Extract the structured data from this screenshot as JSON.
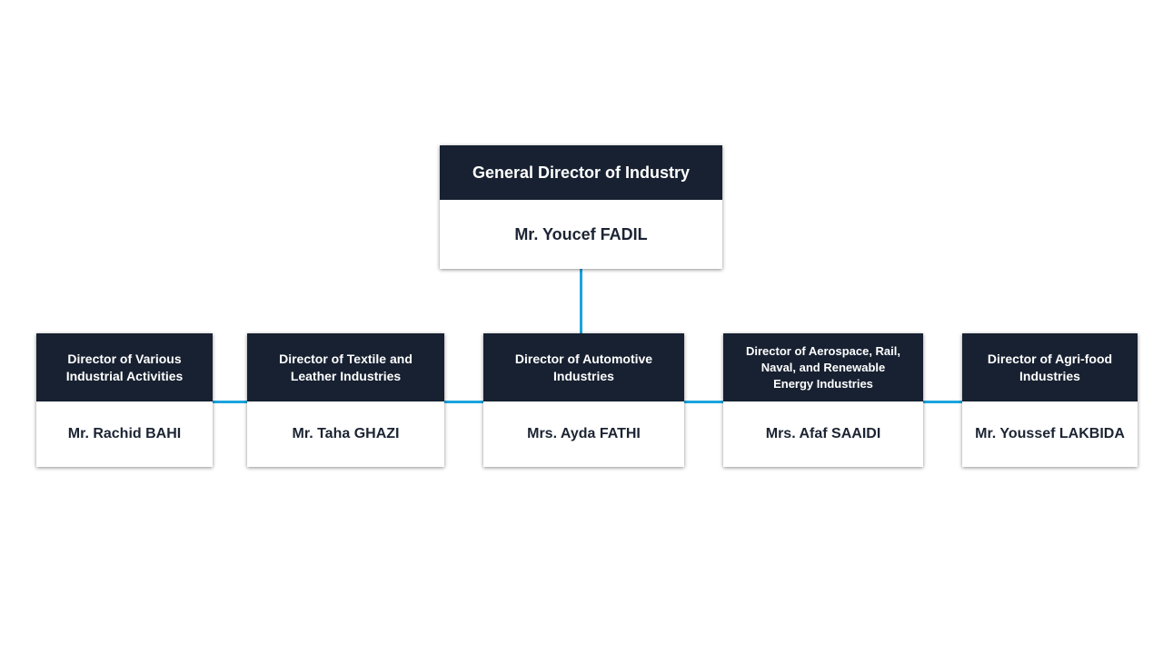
{
  "chart": {
    "top": {
      "role": "General Director of Industry",
      "name": "Mr. Youcef FADIL"
    },
    "directors": [
      {
        "role": "Director of Various Industrial Activities",
        "name": "Mr. Rachid BAHI"
      },
      {
        "role": "Director of Textile and Leather Industries",
        "name": "Mr. Taha GHAZI"
      },
      {
        "role": "Director of Automotive Industries",
        "name": "Mrs. Ayda FATHI"
      },
      {
        "role": "Director of Aerospace, Rail, Naval, and Renewable Energy Industries",
        "name": "Mrs. Afaf SAAIDI"
      },
      {
        "role": "Director of Agri-food Industries",
        "name": "Mr. Youssef LAKBIDA"
      }
    ]
  },
  "colors": {
    "header": "#172131",
    "connector": "#1ba3dc",
    "text": "#1c2433"
  }
}
